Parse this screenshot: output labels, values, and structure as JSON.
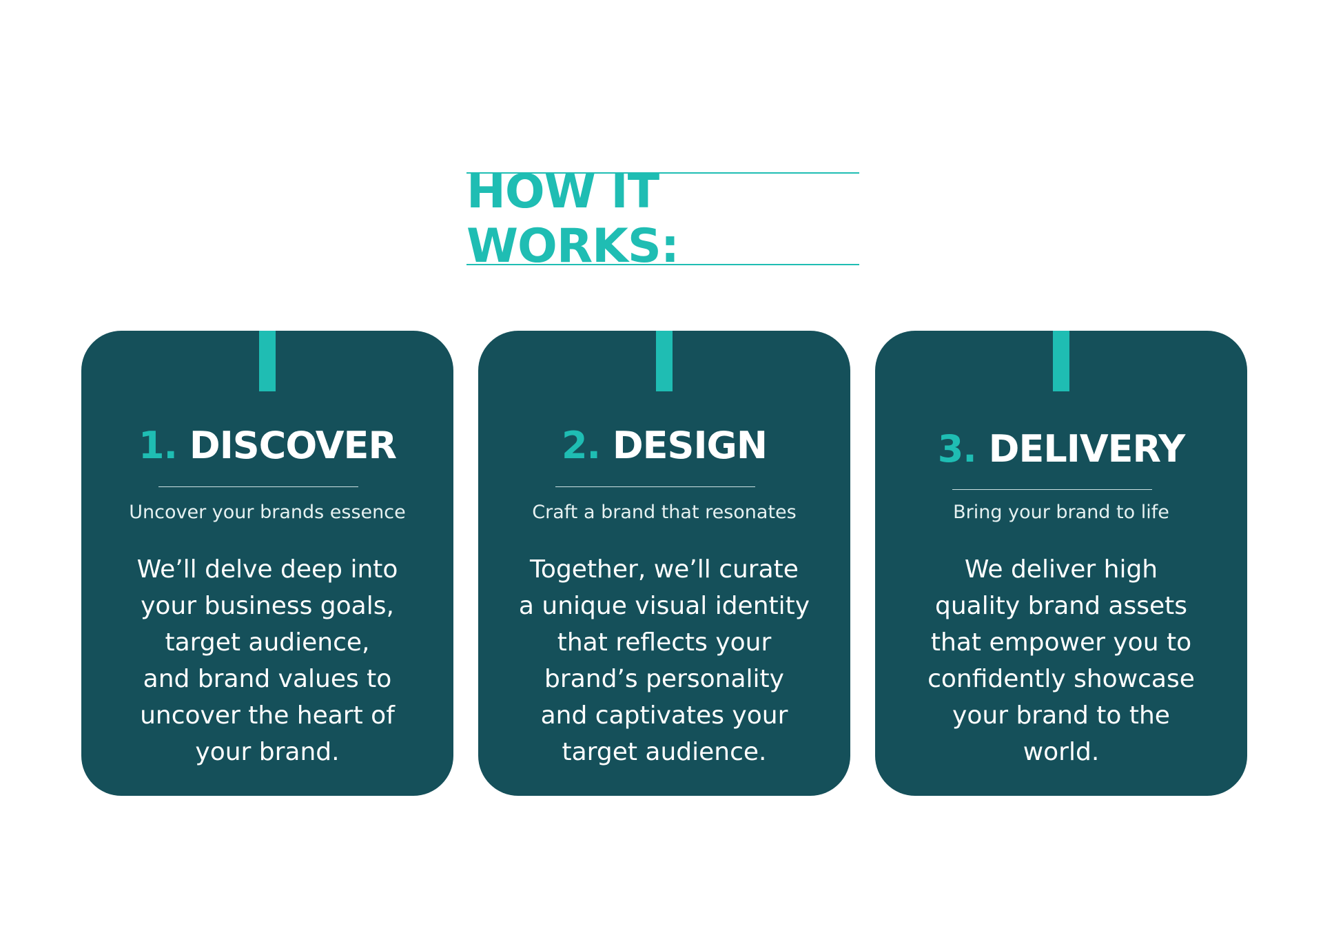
{
  "header": {
    "title": "HOW IT WORKS:"
  },
  "colors": {
    "accent": "#1fbdb3",
    "card_background": "#15505a",
    "text": "#ffffff",
    "page_background": "#ffffff"
  },
  "steps": [
    {
      "number": "1.",
      "title": "DISCOVER",
      "subtitle": "Uncover your brands essence",
      "body_lines": [
        "We’ll delve deep into",
        "your business goals,",
        "target audience,",
        "and brand values to",
        "uncover the heart of",
        "your brand."
      ]
    },
    {
      "number": "2.",
      "title": "DESIGN",
      "subtitle": "Craft a brand that resonates",
      "body_lines": [
        "Together, we’ll curate",
        "a unique visual identity",
        "that reflects your",
        "brand’s personality",
        "and captivates your",
        "target audience."
      ]
    },
    {
      "number": "3.",
      "title": "DELIVERY",
      "subtitle": "Bring your brand to life",
      "body_lines": [
        "We deliver high",
        "quality brand assets",
        "that empower you to",
        "confidently showcase",
        "your brand to the",
        "world."
      ]
    }
  ]
}
